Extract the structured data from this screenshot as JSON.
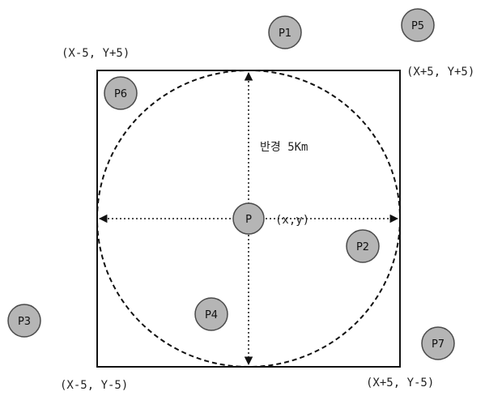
{
  "corners": {
    "top_left": "(X-5, Y+5)",
    "top_right": "(X+5, Y+5)",
    "bottom_left": "(X-5, Y-5)",
    "bottom_right": "(X+5, Y-5)"
  },
  "radius_label": "반경 5Km",
  "center": {
    "label": "P",
    "coord": "(x,y)"
  },
  "points": {
    "p1": "P1",
    "p2": "P2",
    "p3": "P3",
    "p4": "P4",
    "p5": "P5",
    "p6": "P6",
    "p7": "P7"
  },
  "colors": {
    "node_fill": "#b5b5b5",
    "node_stroke": "#4a4a4a",
    "line": "#111111"
  }
}
